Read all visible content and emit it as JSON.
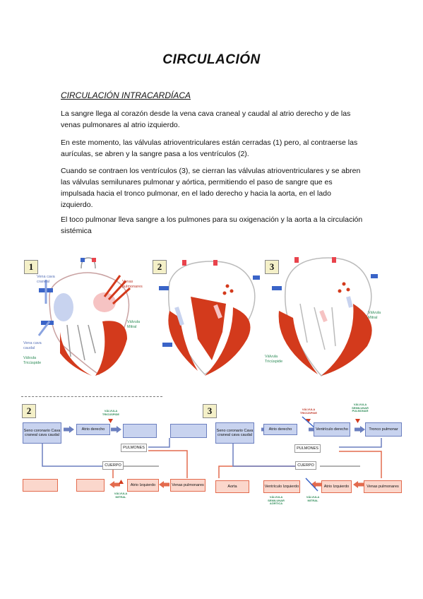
{
  "title": "CIRCULACIÓN",
  "subtitle": "CIRCULACIÓN INTRACARDÍACA",
  "paragraphs": [
    "La sangre llega al corazón desde la vena cava craneal y caudal al atrio derecho y de las venas pulmonares al atrio izquierdo.",
    "En este momento, las válvulas atrioventriculares están cerradas (1) pero, al contraerse las aurículas, se abren y la sangre pasa a los ventrículos (2).",
    "Cuando se contraen los ventrículos (3), se cierran las válvulas atrioventriculares y se abren las válvulas semilunares pulmonar y aórtica, permitiendo el paso de sangre que es impulsada hacia el tronco pulmonar, en el lado derecho y hacia la aorta, en el lado izquierdo.",
    "El toco pulmonar lleva sangre a los pulmones para su oxigenación y la aorta a la circulación sistémica"
  ],
  "heart_panels": [
    {
      "number": "1",
      "labels": [
        "Vena cava craneal",
        "Venas pulmonares",
        "Válvula Mitral",
        "Vena cava caudal",
        "Válvula Tricúspide"
      ]
    },
    {
      "number": "2"
    },
    {
      "number": "3",
      "labels": [
        "Válvula Mitral",
        "Válvula Tricúspide"
      ]
    }
  ],
  "flow_diagrams": [
    {
      "number": "2",
      "boxes": {
        "seno": "Seno coronario Cava craneal cava caudal",
        "atrio_derecho": "Atrio derecho",
        "pulmones": "PULMONES",
        "cuerpo": "CUERPO",
        "atrio_izquierdo": "Atrio Izquierdo",
        "venas_pulmonares": "Venas pulmonares"
      },
      "valves": {
        "tricuspide": "VÁLVULA TRICÚSPIDE",
        "mitral": "VÁLVULA MITRAL"
      }
    },
    {
      "number": "3",
      "boxes": {
        "seno": "Seno coronario Cava craneal cava caudal",
        "atrio_derecho": "Atrio derecho",
        "ventriculo_derecho": "Ventrículo derecho",
        "tronco_pulmonar": "Tronco pulmonar",
        "pulmones": "PULMONES",
        "cuerpo": "CUERPO",
        "aorta": "Aorta",
        "ventriculo_izquierdo": "Ventrículo Izquierdo",
        "atrio_izquierdo": "Atrio Izquierdo",
        "venas_pulmonares": "Venas pulmonares"
      },
      "valves": {
        "tricuspide": "VÁLVULA TRICÚSPIDE",
        "semilunar_pulmonar": "VÁLVULA SEMILUNAR PULMONAR",
        "semilunar_aortica": "VÁLVULA SEMILUNAR AÓRTICA",
        "mitral": "VÁLVULA MITRAL"
      }
    }
  ],
  "colors": {
    "muscle": "#d33a1c",
    "oxygenated": "#e9434c",
    "deoxygenated": "#3a64c8",
    "valve_label": "#2d8b57",
    "blue_box": "#c8d3ef",
    "red_box": "#fbd7cc"
  }
}
